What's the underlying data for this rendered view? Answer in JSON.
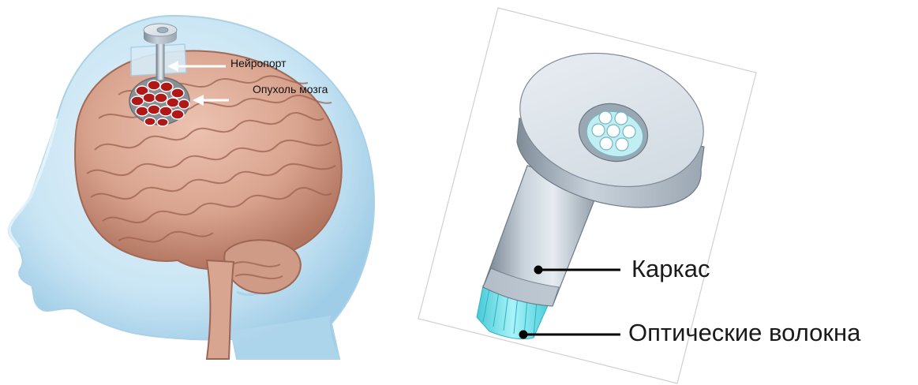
{
  "left_panel": {
    "neuroport_label": "Нейропорт",
    "tumor_label": "Опухоль мозга"
  },
  "right_panel": {
    "frame_label": "Каркас",
    "fibers_label": "Оптические волокна"
  },
  "colors": {
    "head": "#bfe0f2",
    "brain": "#d9a48f",
    "tumor": "#b01818",
    "device_metal": "#c3cdd6",
    "fiber": "#7fe6ef"
  }
}
